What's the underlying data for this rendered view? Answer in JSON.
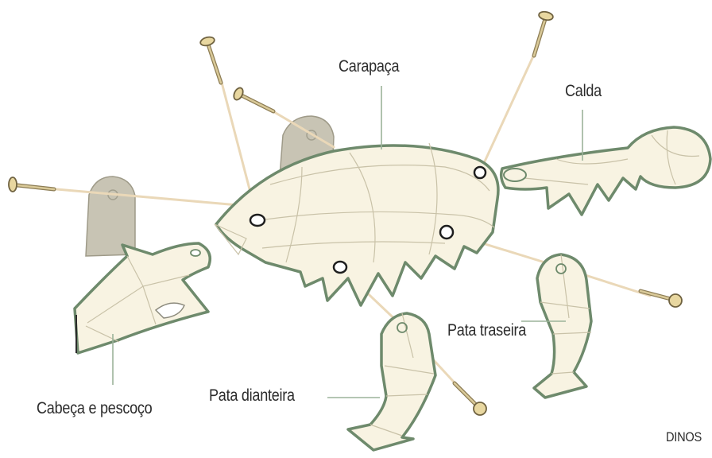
{
  "labels": {
    "carapaca": "Carapaça",
    "calda": "Calda",
    "cabeca": "Cabeça e pescoço",
    "pata_dianteira": "Pata dianteira",
    "pata_traseira": "Pata traseira",
    "credit": "DINOS"
  },
  "colors": {
    "piece_fill": "#f8f3e2",
    "piece_outline": "#6e8a6c",
    "support": "#c8c4b4",
    "thread": "#ead8b8",
    "pin": "#e8d7a0"
  }
}
